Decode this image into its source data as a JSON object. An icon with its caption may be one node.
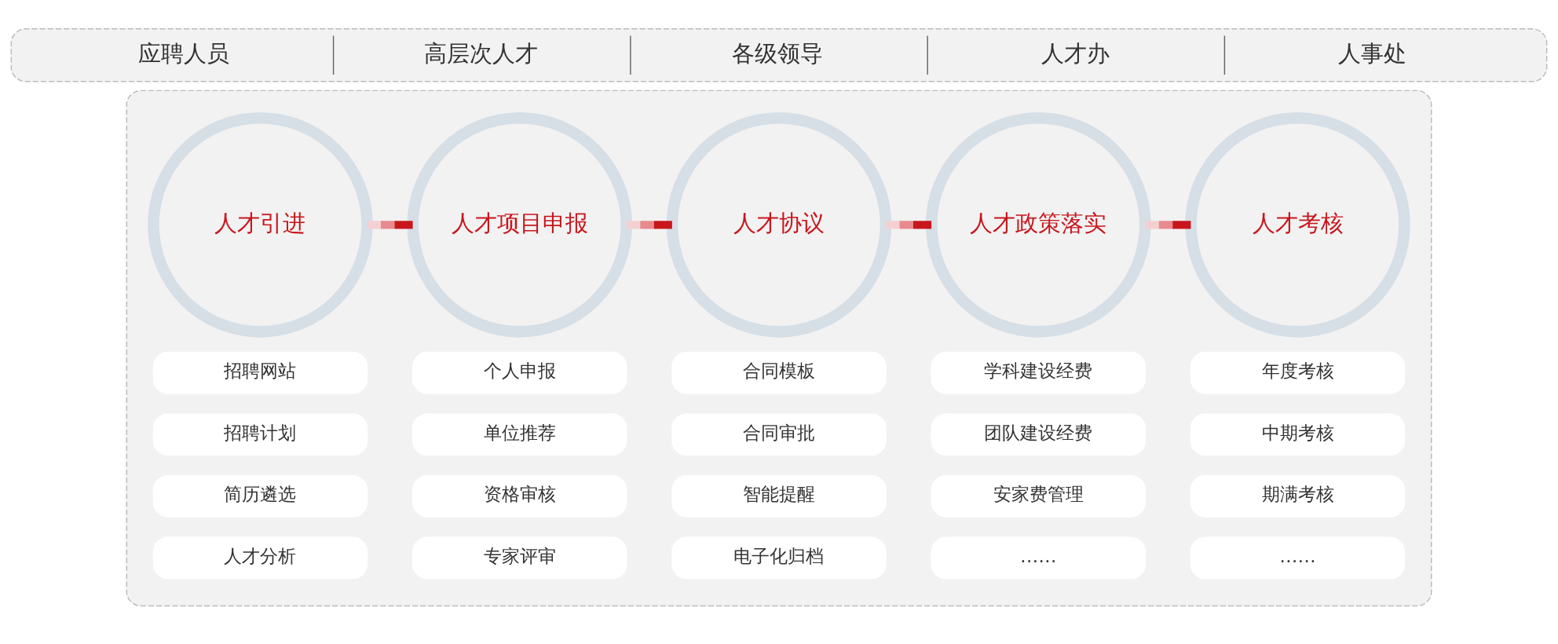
{
  "diagram": {
    "nodes": [
      {
        "text": [
          "应聘人员",
          "高层次人才",
          "各级领导",
          "人才办",
          "人事处"
        ]
      },
      {
        "text": [],
        "shape": "box"
      },
      {
        "text": [
          "人才引进"
        ],
        "in": 1
      },
      {
        "text": [
          "人才项目申报"
        ],
        "in": 1
      },
      {
        "text": [
          "人才协议"
        ],
        "in": 1
      },
      {
        "text": [
          "人才政策落实"
        ],
        "in": 1
      },
      {
        "text": [
          "人才考核"
        ],
        "in": 1
      },
      {
        "text": [
          "招聘网站"
        ],
        "in": 1
      },
      {
        "text": [
          "个人申报"
        ],
        "in": 1
      },
      {
        "text": [
          "合同模板"
        ],
        "in": 1
      },
      {
        "text": [
          "学科建设经费"
        ],
        "in": 1
      },
      {
        "text": [
          "年度考核"
        ],
        "in": 1
      },
      {
        "text": [
          "招聘计划"
        ],
        "in": 1
      },
      {
        "text": [
          "单位推荐"
        ],
        "in": 1
      },
      {
        "text": [
          "合同审批"
        ],
        "in": 1
      },
      {
        "text": [
          "团队建设经费"
        ],
        "in": 1
      },
      {
        "text": [
          "中期考核"
        ],
        "in": 1
      },
      {
        "text": [
          "简历遴选"
        ],
        "in": 1
      },
      {
        "text": [
          "资格审核"
        ],
        "in": 1
      },
      {
        "text": [
          "智能提醒"
        ],
        "in": 1
      },
      {
        "text": [
          "安家费管理"
        ],
        "in": 1
      },
      {
        "text": [
          "期满考核"
        ],
        "in": 1
      },
      {
        "text": [
          "人才分析"
        ],
        "in": 1
      },
      {
        "text": [
          "专家评审"
        ],
        "in": 1
      },
      {
        "text": [
          "电子化归档"
        ],
        "in": 1
      },
      {
        "text": [
          "……"
        ],
        "in": 1
      },
      {
        "text": [
          "……"
        ],
        "in": 1
      }
    ],
    "edges": [
      {
        "from": 2,
        "to": 3,
        "arrow": "none"
      },
      {
        "from": 3,
        "to": 4,
        "arrow": "none"
      },
      {
        "from": 4,
        "to": 5,
        "arrow": "none"
      },
      {
        "from": 5,
        "to": 6,
        "arrow": "none"
      }
    ]
  }
}
